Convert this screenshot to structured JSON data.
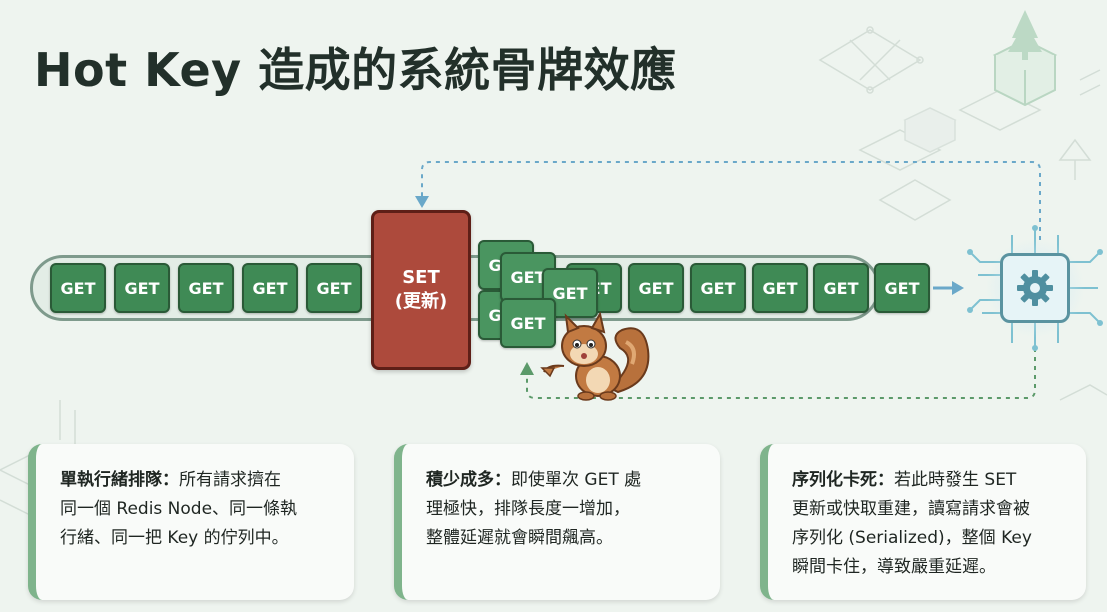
{
  "title": "Hot Key 造成的系統骨牌效應",
  "get_label": "GET",
  "set_block": {
    "label": "SET",
    "sub": "(更新)"
  },
  "cards": [
    {
      "head": "單執行緒排隊：",
      "lines": [
        "所有請求擠在",
        "同一個 Redis Node、同一條執",
        "行緒、同一把 Key 的佇列中。"
      ]
    },
    {
      "head": "積少成多：",
      "lines": [
        "即使單次 GET 處",
        "理極快，排隊長度一增加，",
        "整體延遲就會瞬間飆高。"
      ]
    },
    {
      "head": "序列化卡死：",
      "lines": [
        "若此時發生 SET",
        "更新或快取重建，讀寫請求會被",
        "序列化 (Serialized)，整個 Key",
        "瞬間卡住，導致嚴重延遲。"
      ]
    }
  ]
}
